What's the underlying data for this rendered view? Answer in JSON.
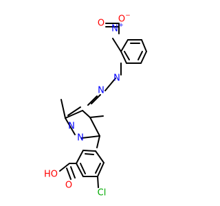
{
  "molecule": {
    "atoms": {
      "nitro_n": {
        "label": "N",
        "charge": "+"
      },
      "nitro_o_minus": {
        "label": "O",
        "charge": "−"
      },
      "nitro_o_double": {
        "label": "O"
      },
      "azo_n1": {
        "label": "N"
      },
      "azo_n2": {
        "label": "N"
      },
      "pyrazole_n2": {
        "label": "N"
      },
      "pyrazole_n1": {
        "label": "N"
      },
      "carboxyl_oh": {
        "label": "HO"
      },
      "carboxyl_o": {
        "label": "O"
      },
      "chlorine": {
        "label": "Cl"
      }
    },
    "colors": {
      "nitrogen": "#0000ff",
      "oxygen": "#ff0000",
      "chlorine": "#00aa00",
      "bond": "#000000"
    }
  }
}
